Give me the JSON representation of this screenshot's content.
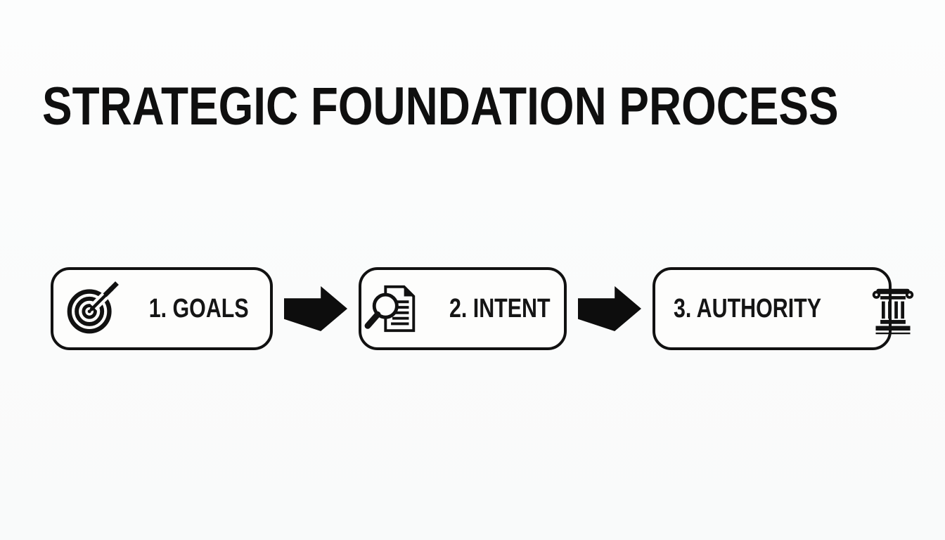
{
  "header": {
    "title": "STRATEGIC FOUNDATION PROCESS"
  },
  "colors": {
    "ink": "#111111",
    "background": "#fafbfb",
    "box_fill": "#fdfdfc"
  },
  "flow": {
    "steps": [
      {
        "number": "1",
        "label": "1. GOALS",
        "icon": "target-dart-icon",
        "icon_side": "left"
      },
      {
        "number": "2",
        "label": "2. INTENT",
        "icon": "magnifier-document-icon",
        "icon_side": "left"
      },
      {
        "number": "3",
        "label": "3. AUTHORITY",
        "icon": "classical-column-icon",
        "icon_side": "right"
      }
    ],
    "connectors": [
      {
        "type": "solid-right-arrow"
      },
      {
        "type": "solid-right-arrow"
      }
    ]
  }
}
